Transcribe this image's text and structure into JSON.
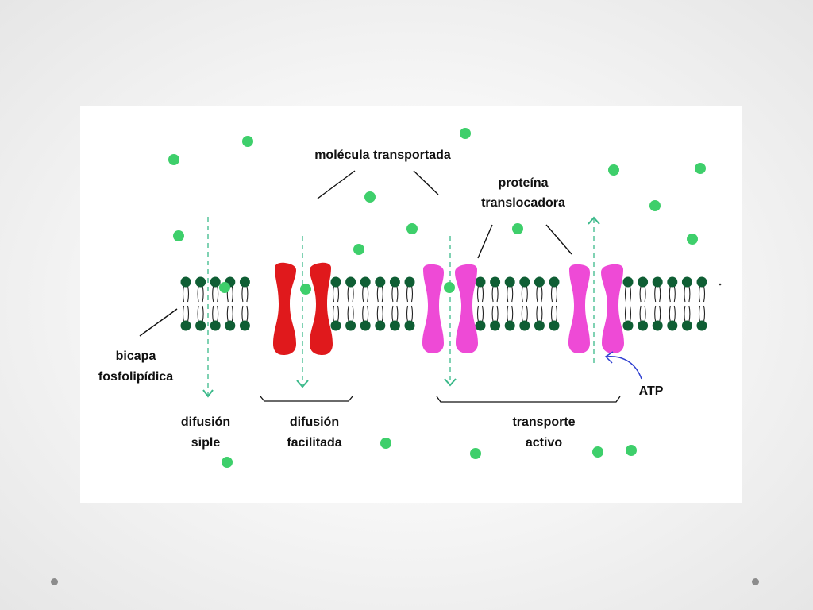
{
  "diagram": {
    "labels": {
      "transported_molecule": "molécula transportada",
      "protein_line1": "proteína",
      "protein_line2": "translocadora",
      "bilayer_line1": "bicapa",
      "bilayer_line2": "fosfolipídica",
      "atp": "ATP",
      "simple_line1": "difusión",
      "simple_line2": "siple",
      "facilitated_line1": "difusión",
      "facilitated_line2": "facilitada",
      "active_line1": "transporte",
      "active_line2": "activo"
    },
    "colors": {
      "molecule": "#3ecf6b",
      "lipid_head": "#0f5e34",
      "channel_protein": "#e0191c",
      "carrier_protein": "#ee4ad6",
      "arrow": "#3bb98a",
      "atp_arrow": "#2f3fd0"
    }
  }
}
